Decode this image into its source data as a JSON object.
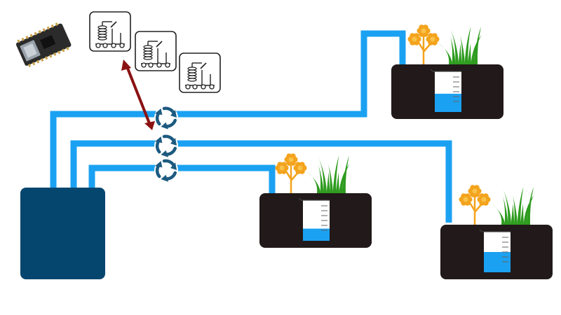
{
  "colors": {
    "pipe": "#1ba1f2",
    "reservoir": "#05466e",
    "planter": "#21191a",
    "water": "#1ba1f2",
    "pump_arrows": "#1d5a80",
    "link_arrow": "#8b1212",
    "flower_petal": "#f4a31c",
    "flower_center": "#f8c24a",
    "grass": "#2e9b1f",
    "board": "#2b2b2b",
    "relay_stroke": "#222222"
  },
  "icons": {
    "controller": "microcontroller-board-icon",
    "relay": "relay-module-icon",
    "pump": "recycle-pump-icon",
    "flower": "flower-icon",
    "grass": "grass-icon",
    "beaker": "measuring-beaker-icon",
    "link": "double-headed-arrow-icon"
  },
  "diagram": {
    "relays": 3,
    "pumps": 3,
    "planters": 3,
    "water_levels": [
      0.45,
      0.3,
      0.5
    ]
  }
}
